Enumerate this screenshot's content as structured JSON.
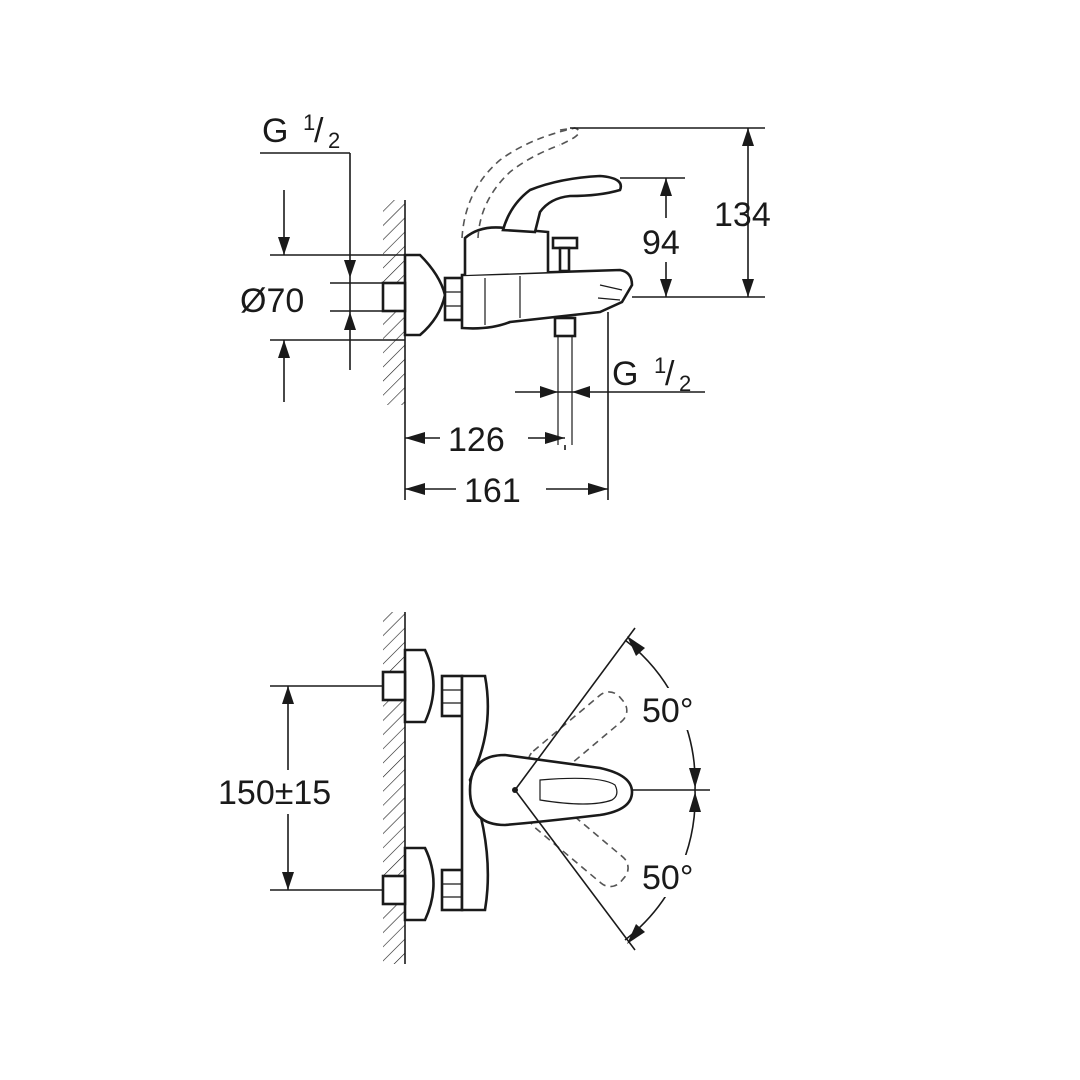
{
  "side_view": {
    "inlet_thread": {
      "prefix": "G",
      "num": "1",
      "den": "2"
    },
    "outlet_thread": {
      "prefix": "G",
      "num": "1",
      "den": "2"
    },
    "rosette_diameter": "Ø70",
    "height_total": "134",
    "height_spout": "94",
    "depth_outlet": "126",
    "depth_total": "161"
  },
  "front_view": {
    "centre_distance": "150±15",
    "angle_upper": "50°",
    "angle_lower": "50°"
  }
}
